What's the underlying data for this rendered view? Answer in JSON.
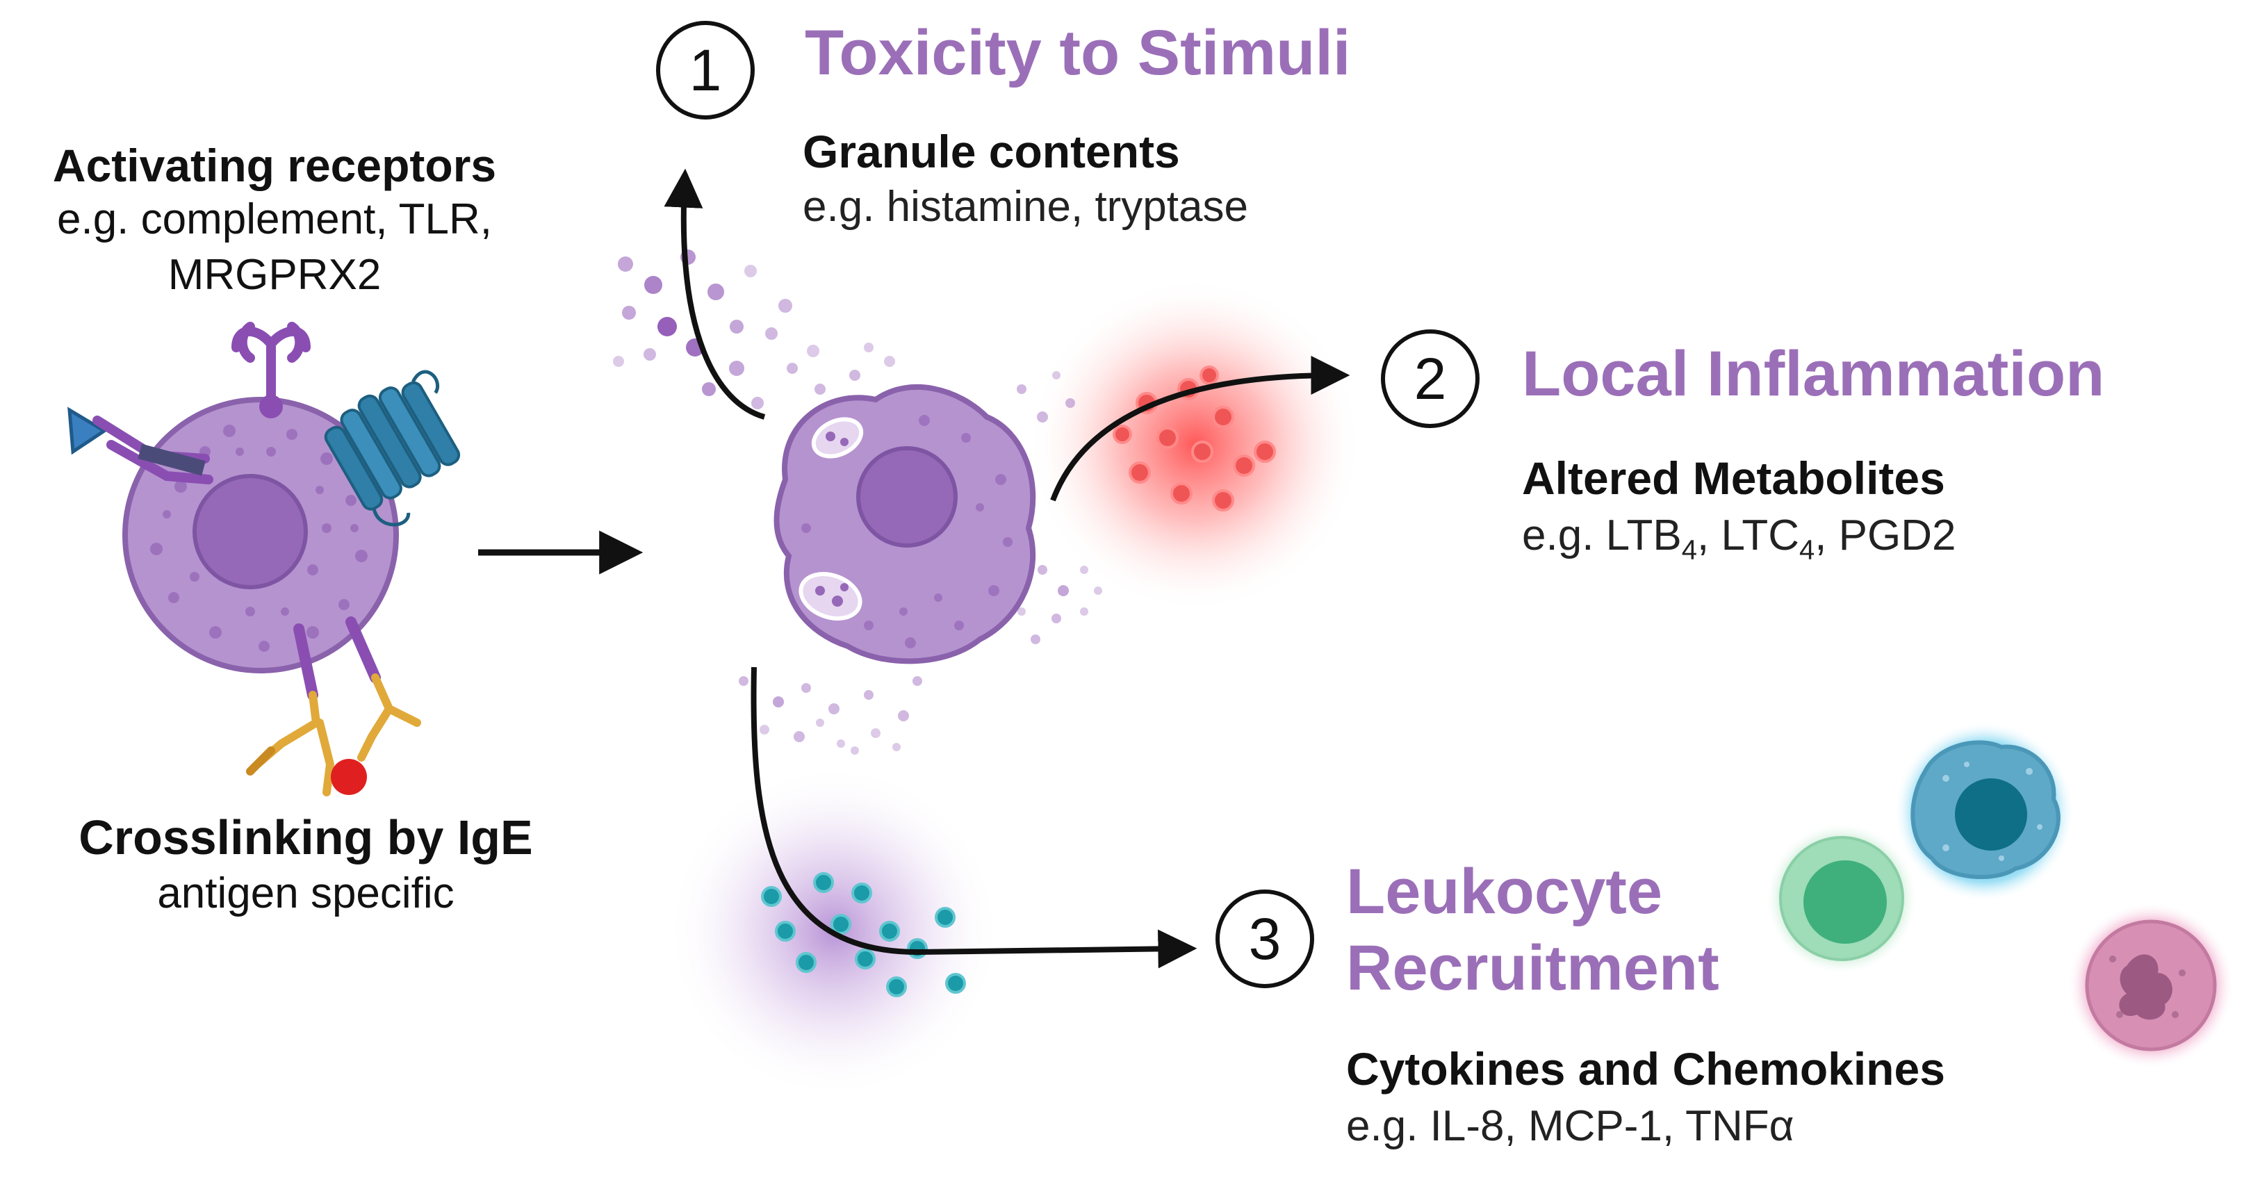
{
  "left": {
    "activating_title": "Activating receptors",
    "activating_line1": "e.g. complement, TLR,",
    "activating_line2": "MRGPRX2",
    "crosslinking_title": "Crosslinking by IgE",
    "crosslinking_sub": "antigen specific"
  },
  "outcome1": {
    "number": "1",
    "heading": "Toxicity to Stimuli",
    "sub_title": "Granule contents",
    "sub_text": "e.g. histamine, tryptase"
  },
  "outcome2": {
    "number": "2",
    "heading": "Local Inflammation",
    "sub_title": "Altered Metabolites",
    "sub_text_prefix": "e.g. LTB",
    "sub_text_sub1": "4",
    "sub_text_mid": ", LTC",
    "sub_text_sub2": "4",
    "sub_text_suffix": ", PGD2"
  },
  "outcome3": {
    "number": "3",
    "heading_line1": "Leukocyte",
    "heading_line2": "Recruitment",
    "sub_title": "Cytokines and Chemokines",
    "sub_text": "e.g. IL-8, MCP-1, TNFα"
  },
  "colors": {
    "heading_purple": "#9b6fb8",
    "cell_purple": "#b593cf",
    "nucleus_purple": "#9668b8",
    "receptor_blue": "#2f7fa8",
    "igE_orange": "#e0a93a",
    "antigen_red": "#e02020",
    "inflammation_red": "#ff5a5a",
    "chemokine_teal": "#1b9aa8",
    "leukocyte_green": "#4fbf8a",
    "leukocyte_blue": "#2a9ac8",
    "leukocyte_pink": "#d07aa8"
  },
  "icons": {
    "resting_cell": "mast-cell-icon",
    "activated_cell": "degranulating-mast-cell-icon",
    "receptor_trimer": "complement-receptor-icon",
    "gpcr": "mrgprx2-gpcr-icon",
    "tlr": "tlr-receptor-icon",
    "ige": "ige-antibody-icon",
    "antigen": "antigen-icon",
    "leukocytes": [
      "lymphocyte-icon",
      "monocyte-icon",
      "eosinophil-icon"
    ]
  }
}
